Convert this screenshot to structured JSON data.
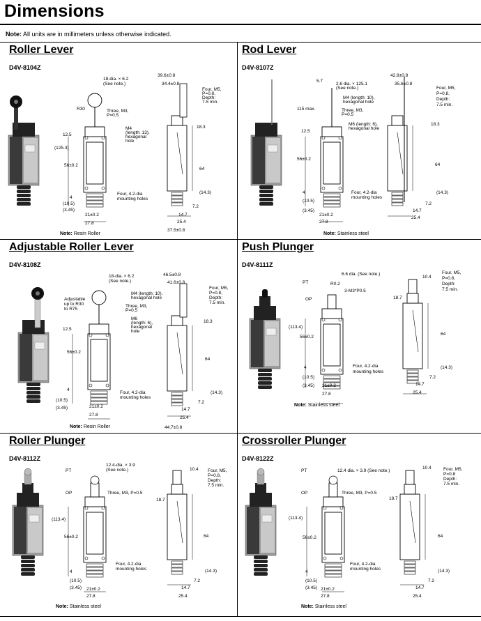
{
  "header": {
    "title": "Dimensions",
    "note_label": "Note:",
    "note_text": " All units are in millimeters unless otherwise indicated."
  },
  "panels": [
    {
      "title": "Roller Lever",
      "model": "D4V-8104Z",
      "note_label": "Note:",
      "note_text": " Resin Roller",
      "labels": [
        "18-dia. × 6.2",
        "(See note.)",
        "R30",
        "Three, M3,",
        "P=0.5",
        "M4",
        "(length: 13),",
        "hexagonal",
        "hole",
        "12.5",
        "(125.3)",
        "56±0.2",
        "4",
        "(10.5)",
        "(3.45)",
        "21±0.2",
        "27.8",
        "Four, 4.2-dia",
        "mounting holes",
        "39.6±0.8",
        "34.4±0.8",
        "Four, M5,",
        "P=0.8,",
        "Depth:",
        "7.5 min.",
        "18.3",
        "64",
        "(14.3)",
        "7.2",
        "14.7",
        "25.4",
        "37.5±0.8"
      ]
    },
    {
      "title": "Rod Lever",
      "model": "D4V-8107Z",
      "note_label": "Note:",
      "note_text": " Stainless steel",
      "labels": [
        "5.7",
        "2.6 dia. × 125.1",
        "(See note.)",
        "M4 (length: 10),",
        "hexagonal hole",
        "115 max.",
        "Three, M3,",
        "P=0.5",
        "M6 (length: 6),",
        "hexagonal hole",
        "12.5",
        "56±0.2",
        "4",
        "(10.5)",
        "(3.45)",
        "21±0.2",
        "27.8",
        "Four, 4.2-dia",
        "mounting holes",
        "42.8±0.8",
        "35.6±0.8",
        "Four, M5,",
        "P=0.8,",
        "Depth:",
        "7.5 min.",
        "18.3",
        "64",
        "(14.3)",
        "7.2",
        "14.7",
        "25.4"
      ]
    },
    {
      "title": "Adjustable Roller Lever",
      "model": "D4V-8108Z",
      "note_label": "Note:",
      "note_text": " Resin Roller",
      "labels": [
        "18-dia. × 6.2",
        "(See note.)",
        "Adjustable",
        "up to R30",
        "to R75",
        "M4 (length: 10),",
        "hexagonal hole",
        "Three, M3,",
        "P=0.5",
        "M6",
        "(length: 6),",
        "hexagonal",
        "hole",
        "12.5",
        "56±0.2",
        "4",
        "(10.5)",
        "(3.45)",
        "21±0.2",
        "27.8",
        "Four, 4.2-dia",
        "mounting holes",
        "46.5±0.8",
        "41.6±0.8",
        "Four, M5,",
        "P=0.8,",
        "Depth:",
        "7.5 min.",
        "18.3",
        "64",
        "(14.3)",
        "7.2",
        "14.7",
        "25.4",
        "44.7±0.8"
      ]
    },
    {
      "title": "Push Plunger",
      "model": "D4V-8111Z",
      "note_label": "Note:",
      "note_text": " Stainless steel",
      "labels": [
        "PT",
        "R0.2",
        "6.6 dia. (See note.)",
        "3-M3*P0.5",
        "OP",
        "(113.4)",
        "56±0.2",
        "4",
        "(10.5)",
        "(3.45)",
        "21±0.2",
        "27.8",
        "Four, 4.2-dia",
        "mounting holes",
        "10.4",
        "Four, M5,",
        "P=0.8,",
        "Depth:",
        "7.5 min.",
        "18.7",
        "64",
        "(14.3)",
        "7.2",
        "14.7",
        "25.4"
      ]
    },
    {
      "title": "Roller Plunger",
      "model": "D4V-8112Z",
      "note_label": "Note:",
      "note_text": " Stainless steel",
      "labels": [
        "PT",
        "12.4-dia. × 3.9",
        "(See note.)",
        "OP",
        "Three, M3, P=0.5",
        "(113.4)",
        "56±0.2",
        "4",
        "(10.5)",
        "(3.45)",
        "21±0.2",
        "27.8",
        "Four, 4.2-dia",
        "mounting holes",
        "10.4",
        "Four, M5,",
        "P=0.8,",
        "Depth:",
        "7.5 min.",
        "18.7",
        "64",
        "(14.3)",
        "7.2",
        "14.7",
        "25.4"
      ]
    },
    {
      "title": "Crossroller Plunger",
      "model": "D4V-8122Z",
      "note_label": "Note:",
      "note_text": " Stainless steel",
      "labels": [
        "PT",
        "12.4 dia. × 3.9 (See note.)",
        "OP",
        "Three, M3, P=0.5",
        "(113.4)",
        "56±0.2",
        "4",
        "(10.5)",
        "(3.45)",
        "21±0.2",
        "27.8",
        "Four, 4.2-dia",
        "mounting holes",
        "10.4",
        "Four, M5,",
        "P=0.8",
        "Depth:",
        "7.5 min.",
        "18.7",
        "64",
        "(14.3)",
        "7.2",
        "14.7",
        "25.4"
      ]
    }
  ]
}
